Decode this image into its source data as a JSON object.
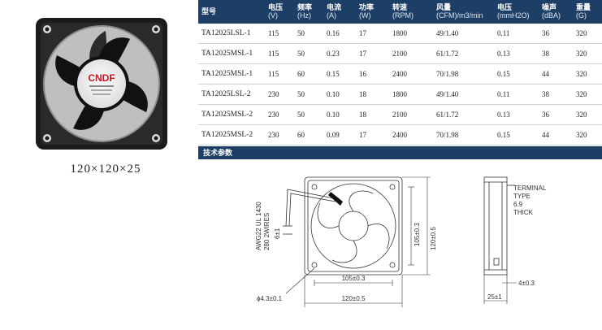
{
  "product": {
    "brand": "CNDF",
    "size_label": "120×120×25"
  },
  "table": {
    "headers": [
      {
        "label": "型号",
        "unit": ""
      },
      {
        "label": "电压",
        "unit": "(V)"
      },
      {
        "label": "频率",
        "unit": "(Hz)"
      },
      {
        "label": "电流",
        "unit": "(A)"
      },
      {
        "label": "功率",
        "unit": "(W)"
      },
      {
        "label": "转速",
        "unit": "(RPM)"
      },
      {
        "label": "风量",
        "unit": "(CFM)/m3/min"
      },
      {
        "label": "电压",
        "unit": "(mmH2O)"
      },
      {
        "label": "噪声",
        "unit": "(dBA)"
      },
      {
        "label": "重量",
        "unit": "(G)"
      }
    ],
    "rows": [
      [
        "TA12025LSL-1",
        "115",
        "50",
        "0.16",
        "17",
        "1800",
        "49/1.40",
        "0.11",
        "36",
        "320"
      ],
      [
        "TA12025MSL-1",
        "115",
        "50",
        "0.23",
        "17",
        "2100",
        "61/1.72",
        "0.13",
        "38",
        "320"
      ],
      [
        "TA12025MSL-1",
        "115",
        "60",
        "0.15",
        "16",
        "2400",
        "70/1.98",
        "0.15",
        "44",
        "320"
      ],
      [
        "TA12025LSL-2",
        "230",
        "50",
        "0.10",
        "18",
        "1800",
        "49/1.40",
        "0.11",
        "38",
        "320"
      ],
      [
        "TA12025MSL-2",
        "230",
        "50",
        "0.10",
        "18",
        "2100",
        "61/1.72",
        "0.13",
        "36",
        "320"
      ],
      [
        "TA12025MSL-2",
        "230",
        "60",
        "0.09",
        "17",
        "2400",
        "70/1.98",
        "0.15",
        "44",
        "320"
      ]
    ]
  },
  "section_title": "技术参数",
  "drawing": {
    "wire_label_1": "AWG22 UL 1430",
    "wire_label_2": "280 2WIRES",
    "wire_dim": "6±1",
    "inner_width": "105±0.3",
    "inner_height": "105±0.3",
    "outer_height": "120±0.5",
    "outer_width": "120±0.5",
    "hole": "ϕ4.3±0.1",
    "terminal_1": "TERMINAL",
    "terminal_2": "TYPE",
    "terminal_3": "6.9",
    "terminal_4": "THICK",
    "depth": "25±1",
    "flange": "4±0.3"
  }
}
